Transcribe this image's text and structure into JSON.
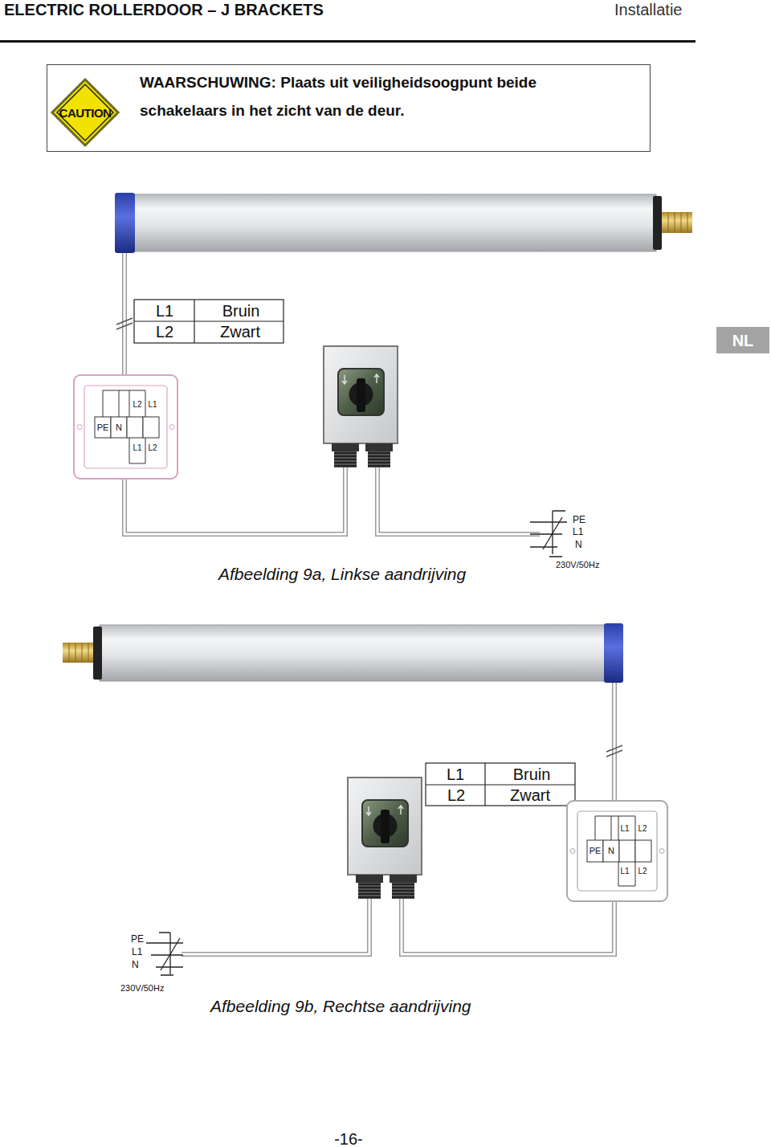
{
  "diagram": {
    "title": "ELECTRIC ROLLERDOOR – J BRACKETS",
    "nodes": [
      {
        "text": [
          "WAARSCHUWING:  Plaats uit veiligheidsoogpunt beide schakelaars in het zicht van de deur."
        ]
      },
      {
        "text": [
          "CAUTION"
        ],
        "in": 0
      },
      {
        "text": [
          "NL"
        ]
      },
      {
        "text": [
          "L2",
          "L1",
          "PE",
          "N",
          "L1",
          "L2"
        ]
      },
      {
        "text": [
          "L1",
          "L2",
          "PE",
          "N",
          "L1",
          "L2"
        ]
      }
    ],
    "labels": [
      "Installatie",
      "L1",
      "Bruin",
      "L2",
      "Zwart",
      "PE",
      "L1",
      "N",
      "230V/50Hz",
      "Afbeelding 9a, Linkse aandrijving",
      "L1",
      "Bruin",
      "L2",
      "Zwart",
      "PE",
      "L1",
      "N",
      "230V/50Hz",
      "Afbeelding 9b, Rechtse aandrijving",
      "-16-"
    ]
  }
}
